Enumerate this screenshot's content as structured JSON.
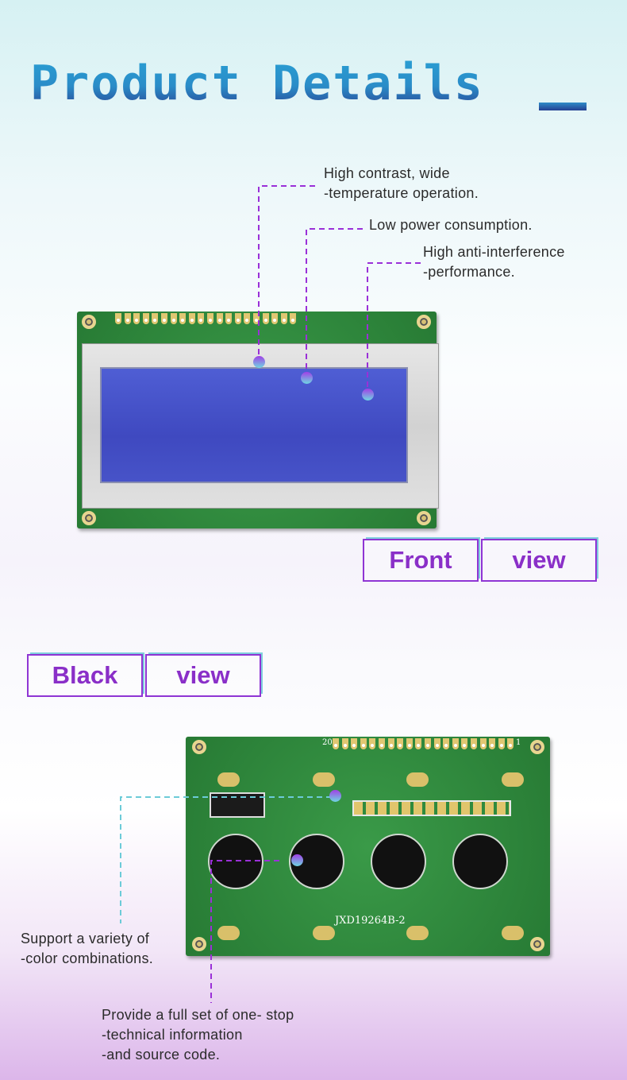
{
  "header": {
    "title": "Product Details"
  },
  "front": {
    "features": [
      {
        "line1": "High contrast, wide",
        "line2": "-temperature operation."
      },
      {
        "line1": "Low power consumption.",
        "line2": ""
      },
      {
        "line1": "High anti-interference",
        "line2": "-performance."
      }
    ],
    "tag": {
      "word1": "Front",
      "word2": "view"
    }
  },
  "back": {
    "tag": {
      "word1": "Black",
      "word2": "view"
    },
    "model_label": "JXD19264B-2",
    "pin_start": "20",
    "pin_end": "1",
    "features": [
      {
        "line1": "Support a variety of",
        "line2": "-color combinations."
      },
      {
        "line1": "Provide a full set of one- stop",
        "line2": "-technical information",
        "line3": "-and source code."
      }
    ]
  },
  "colors": {
    "accent": "#8a2fc8",
    "title": "#2a8cc8",
    "pcb": "#2f8a3e",
    "lcd": "#4753c8"
  }
}
